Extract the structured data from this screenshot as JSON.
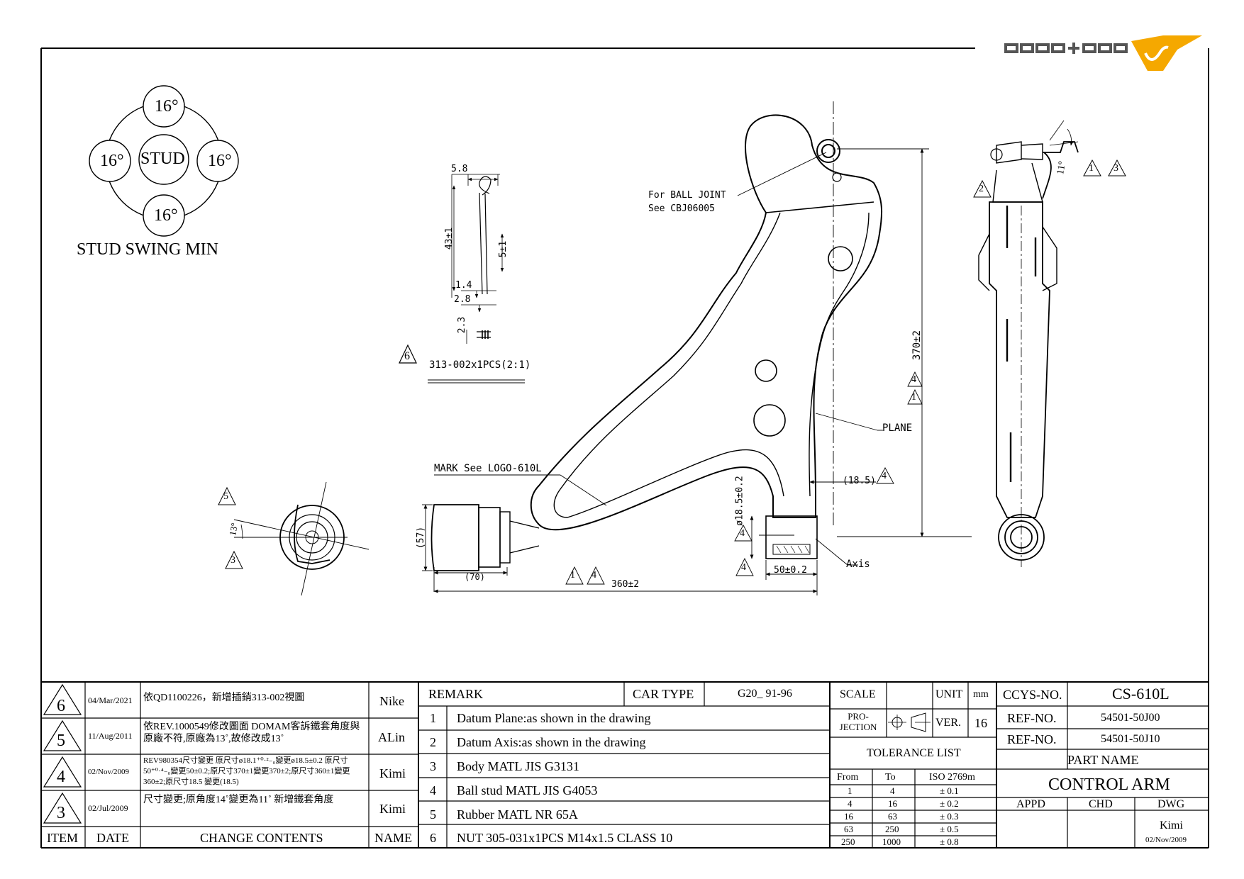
{
  "brand": {
    "logo_text": "CCYS+CTC",
    "accent": "#f5a800"
  },
  "stud_swing": {
    "center_label": "STUD",
    "angles": [
      "16°",
      "16°",
      "16°",
      "16°"
    ],
    "caption": "STUD SWING MIN"
  },
  "cotter_pin": {
    "dims": [
      "5.8",
      "43±1",
      "5±1",
      "1.4",
      "2.8",
      "2.3"
    ],
    "note": "313-002x1PCS(2:1)",
    "rev_mark": "6"
  },
  "front_view": {
    "ball_joint_note": [
      "For BALL JOINT",
      "See CBJ06005"
    ],
    "plane_label": "PLANE",
    "axis_label": "Axis",
    "mark_note": "MARK See LOGO-610L",
    "dim_370": "370±2",
    "dim_185": "(18.5)",
    "dim_dia185": "ø18.5±0.2",
    "dim_57": "(57)",
    "dim_70": "(70)",
    "dim_360": "360±2",
    "dim_50": "50±0.2",
    "rev_marks": [
      "1",
      "4",
      "1",
      "4",
      "4",
      "4",
      "4"
    ]
  },
  "side_view": {
    "angle": "11°",
    "rev_marks": [
      "2",
      "1",
      "3"
    ]
  },
  "bushing_view": {
    "angle": "13°",
    "rev_marks": [
      "5",
      "3"
    ]
  },
  "revisions": {
    "headers": {
      "item": "ITEM",
      "date": "DATE",
      "contents": "CHANGE CONTENTS",
      "name": "NAME"
    },
    "rows": [
      {
        "item": "6",
        "date": "04/Mar/2021",
        "contents": "依QD1100226，新增插銷313-002視圖",
        "name": "Nike"
      },
      {
        "item": "5",
        "date": "11/Aug/2011",
        "contents": "依REV.1000549修改圖面 DOMAM客訴鐵套角度與原廠不符,原廠為13˚,故修改成13˚",
        "name": "ALin"
      },
      {
        "item": "4",
        "date": "02/Nov/2009",
        "contents": "REV980354尺寸變更 原尺寸ø18.1⁺⁰·²₋₀變更ø18.5±0.2 原尺寸50⁺⁰·⁴₋₀變更50±0.2;原尺寸370±1變更370±2;原尺寸360±1變更360±2;原尺寸18.5 變更(18.5)",
        "name": "Kimi"
      },
      {
        "item": "3",
        "date": "02/Jul/2009",
        "contents": "尺寸變更;原角度14˚變更為11˚ 新增鐵套角度",
        "name": "Kimi"
      }
    ]
  },
  "remarks": {
    "title": "REMARK",
    "car_type_label": "CAR TYPE",
    "car_type_value": "G20_ 91-96",
    "items": [
      {
        "no": "1",
        "text": "Datum Plane:as shown in the drawing"
      },
      {
        "no": "2",
        "text": "Datum Axis:as shown in the drawing"
      },
      {
        "no": "3",
        "text": "Body MATL JIS G3131"
      },
      {
        "no": "4",
        "text": "Ball stud MATL JIS G4053"
      },
      {
        "no": "5",
        "text": "Rubber MATL NR 65A"
      },
      {
        "no": "6",
        "text": "NUT 305-031x1PCS M14x1.5 CLASS 10"
      }
    ]
  },
  "spec": {
    "scale_label": "SCALE",
    "unit_label": "UNIT",
    "unit_value": "mm",
    "projection_label": "PRO-JECTION",
    "ver_label": "VER.",
    "ver_value": "16",
    "tolerance_title": "TOLERANCE LIST",
    "tol_headers": [
      "From",
      "To",
      "ISO 2769m"
    ],
    "tolerances": [
      {
        "from": "1",
        "to": "4",
        "tol": "± 0.1"
      },
      {
        "from": "4",
        "to": "16",
        "tol": "± 0.2"
      },
      {
        "from": "16",
        "to": "63",
        "tol": "± 0.3"
      },
      {
        "from": "63",
        "to": "250",
        "tol": "± 0.5"
      },
      {
        "from": "250",
        "to": "1000",
        "tol": "± 0.8"
      }
    ]
  },
  "title_block": {
    "ccys_no_label": "CCYS-NO.",
    "ccys_no": "CS-610L",
    "ref_label_1": "REF-NO.",
    "ref_no_1": "54501-50J00",
    "ref_label_2": "REF-NO.",
    "ref_no_2": "54501-50J10",
    "part_name_label": "PART NAME",
    "part_name": "CONTROL ARM",
    "appd": "APPD",
    "chd": "CHD",
    "dwg": "DWG",
    "drawer": "Kimi",
    "drawn_date": "02/Nov/2009"
  }
}
